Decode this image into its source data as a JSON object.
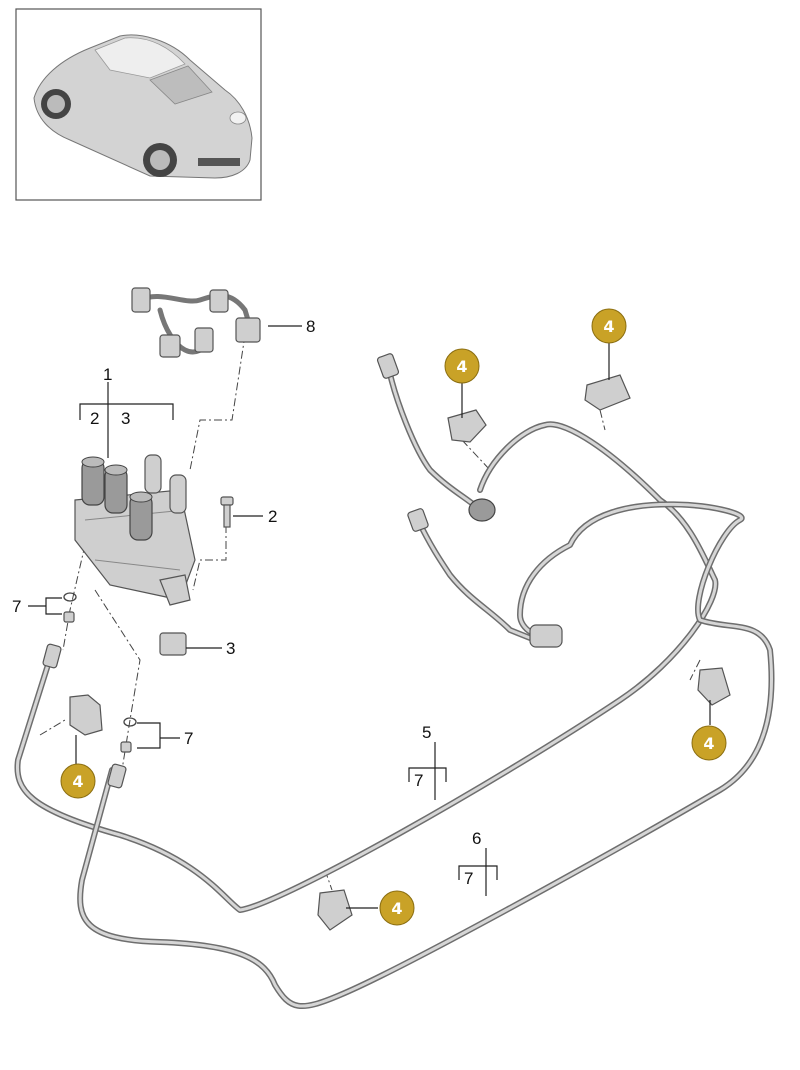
{
  "badge_color": "#c9a227",
  "callouts": {
    "c1": "1",
    "c2a": "2",
    "c3a": "3",
    "c2": "2",
    "c3": "3",
    "c5": "5",
    "c6": "6",
    "c7a": "7",
    "c7b": "7",
    "c7c": "7",
    "c7d": "7",
    "c8": "8"
  },
  "badges": [
    "4",
    "4",
    "4",
    "4",
    "4"
  ]
}
